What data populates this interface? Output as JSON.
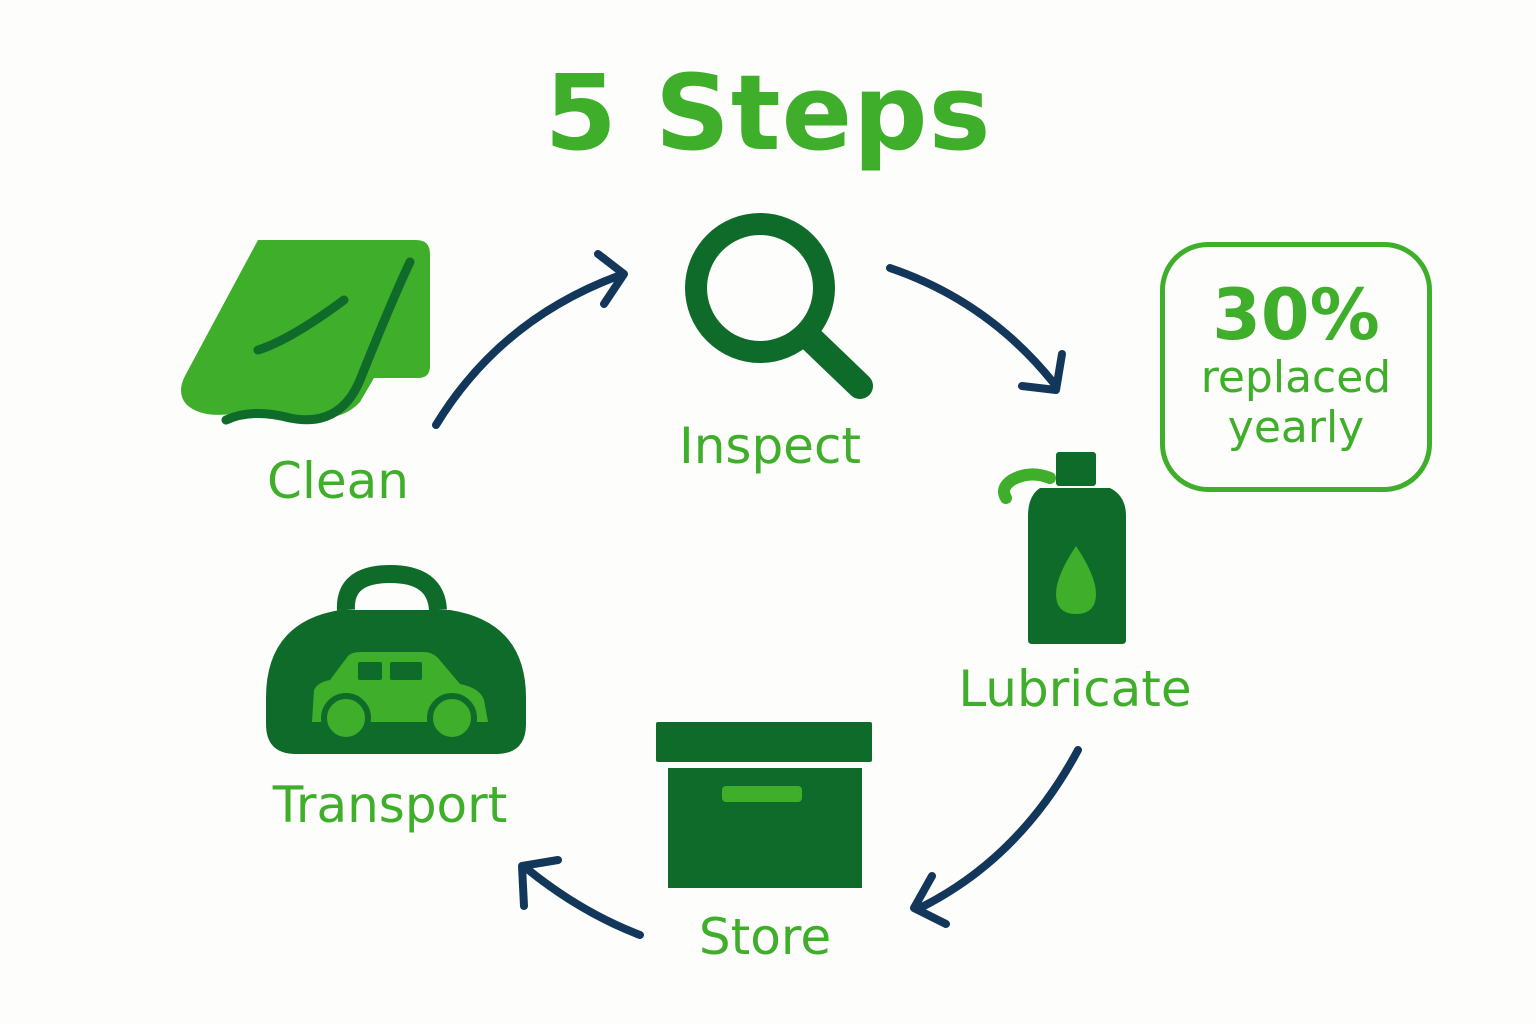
{
  "title": "5 Steps",
  "steps": [
    {
      "label": "Clean",
      "icon": "cloth-icon"
    },
    {
      "label": "Inspect",
      "icon": "magnifier-icon"
    },
    {
      "label": "Lubricate",
      "icon": "spray-bottle-icon"
    },
    {
      "label": "Store",
      "icon": "storage-box-icon"
    },
    {
      "label": "Transport",
      "icon": "car-bag-icon"
    }
  ],
  "stat": {
    "value": "30%",
    "line1": "replaced",
    "line2": "yearly"
  },
  "colors": {
    "bright_green": "#3fae2a",
    "dark_green": "#0f6b2a",
    "arrow_navy": "#12375a"
  }
}
